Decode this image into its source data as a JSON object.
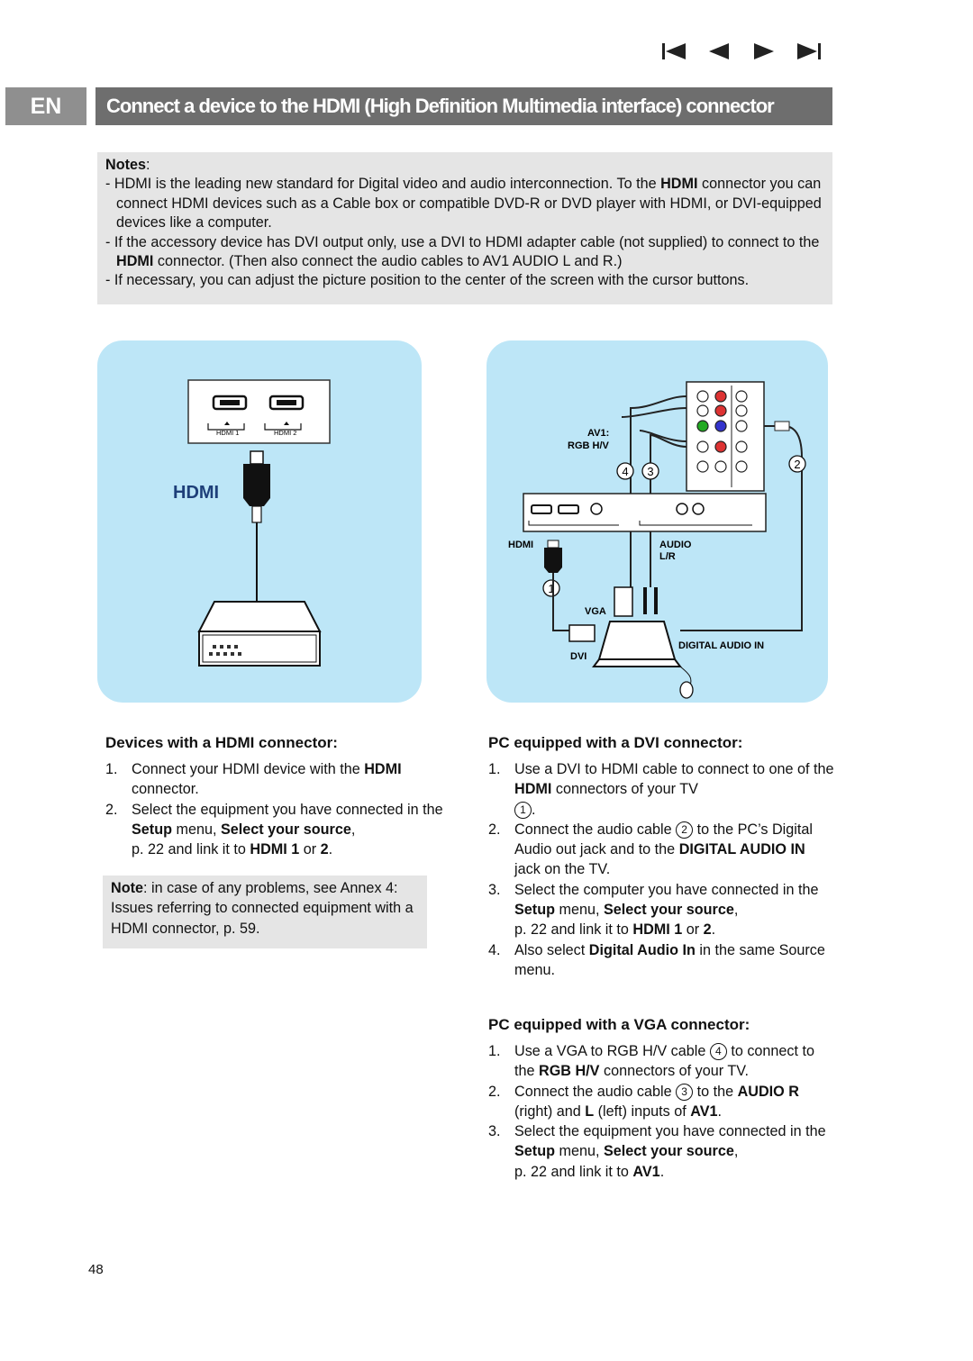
{
  "nav": {
    "first_icon": "skip-to-first-icon",
    "prev_icon": "previous-icon",
    "next_icon": "next-icon",
    "last_icon": "skip-to-last-icon"
  },
  "lang_tab": "EN",
  "title": "Connect a device to the HDMI (High Definition Multimedia interface) connector",
  "notes": {
    "heading": "Notes",
    "item1": {
      "a": "HDMI is the leading new standard for Digital video and audio interconnection. To the ",
      "b": "HDMI",
      "c": "connector you can connect HDMI devices such as a Cable box or compatible DVD-R or DVD player with HDMI, or DVI-equipped devices like a computer."
    },
    "item2": {
      "a": "If the accessory device has DVI output only, use a DVI to HDMI adapter cable (not supplied) to connect to the ",
      "b": "HDMI",
      "c": " connector. (Then also connect the audio cables to AV1 AUDIO L and R.)"
    },
    "item3": "If necessary, you can adjust the picture position to the center of the screen with the cursor buttons."
  },
  "diagram_left": {
    "port1": "HDMI 1",
    "port2": "HDMI 2",
    "label": "HDMI"
  },
  "diagram_right": {
    "av1": "AV1:",
    "rgbhv": "RGB H/V",
    "hdmi": "HDMI",
    "audio": "AUDIO",
    "lr": "L/R",
    "vga": "VGA",
    "dvi": "DVI",
    "digital_audio_in": "DIGITAL AUDIO IN",
    "c1": "1",
    "c2": "2",
    "c3": "3",
    "c4": "4"
  },
  "hdmi_section": {
    "heading": "Devices with a HDMI connector:",
    "s1": {
      "n": "1.",
      "a": "Connect your HDMI device with the ",
      "b": "HDMI",
      "c": " connector."
    },
    "s2": {
      "n": "2.",
      "a": "Select the equipment you have connected in the ",
      "b": "Setup",
      "c": " menu, ",
      "d": "Select your source",
      "e": ",",
      "f": "p. 22 and link it to ",
      "g": "HDMI 1",
      "h": " or ",
      "i": "2",
      "j": "."
    }
  },
  "note_box": {
    "label": "Note",
    "text": ": in case of any problems, see Annex 4: Issues referring to connected equipment with a HDMI connector, p. 59."
  },
  "dvi_section": {
    "heading": "PC equipped with a DVI connector:",
    "s1": {
      "n": "1.",
      "a": "Use a DVI to HDMI cable to connect to one of the ",
      "b": "HDMI",
      "c": " connectors of your TV",
      "circ": "1",
      "d": "."
    },
    "s2": {
      "n": "2.",
      "a": "Connect the audio cable ",
      "circ": "2",
      "b": " to the PC’s Digital Audio out jack and to the ",
      "c": "DIGITAL AUDIO IN",
      "d": " jack on the TV."
    },
    "s3": {
      "n": "3.",
      "a": "Select the computer you have connected in the ",
      "b": "Setup",
      "c": " menu, ",
      "d": "Select your source",
      "e": ",",
      "f": "p. 22 and link it to ",
      "g": "HDMI 1",
      "h": " or ",
      "i": "2",
      "j": "."
    },
    "s4": {
      "n": "4.",
      "a": "Also select ",
      "b": "Digital Audio In",
      "c": " in the same Source menu."
    }
  },
  "vga_section": {
    "heading": "PC equipped with a VGA connector:",
    "s1": {
      "n": "1.",
      "a": "Use a VGA to RGB H/V cable ",
      "circ": "4",
      "b": " to connect to the ",
      "c": "RGB H/V",
      "d": " connectors of your TV."
    },
    "s2": {
      "n": "2.",
      "a": "Connect the audio cable ",
      "circ": "3",
      "b": " to the ",
      "c": "AUDIO R",
      "d": " (right) and ",
      "e": "L",
      "f": " (left) inputs of ",
      "g": "AV1",
      "h": "."
    },
    "s3": {
      "n": "3.",
      "a": "Select the equipment you have connected in the ",
      "b": "Setup",
      "c": " menu, ",
      "d": "Select your source",
      "e": ",",
      "f": "p. 22 and link it to ",
      "g": "AV1",
      "h": "."
    }
  },
  "page_number": "48"
}
